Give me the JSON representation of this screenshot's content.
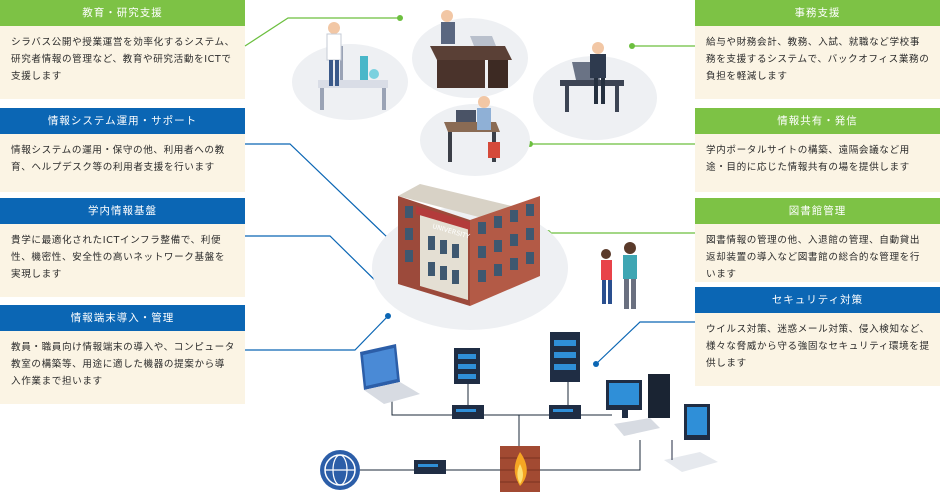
{
  "cards": [
    {
      "id": "edu",
      "color": "green",
      "title": "教育・研究支援",
      "text": "シラバス公開や授業運営を効率化するシステム、研究者情報の管理など、教育や研究活動をICTで支援します"
    },
    {
      "id": "infosys",
      "color": "blue",
      "title": "情報システム運用・サポート",
      "text": "情報システムの運用・保守の他、利用者への教育、ヘルプデスク等の利用者支援を行います"
    },
    {
      "id": "infra",
      "color": "blue",
      "title": "学内情報基盤",
      "text": "貴学に最適化されたICTインフラ整備で、利便性、機密性、安全性の高いネットワーク基盤を実現します"
    },
    {
      "id": "terminal",
      "color": "blue",
      "title": "情報端末導入・管理",
      "text": "教員・職員向け情報端末の導入や、コンピュータ教室の構築等、用途に適した機器の提案から導入作業まで担います"
    },
    {
      "id": "office",
      "color": "green",
      "title": "事務支援",
      "text": "給与や財務会計、教務、入試、就職など学校事務を支援するシステムで、バックオフィス業務の負担を軽減します"
    },
    {
      "id": "share",
      "color": "green",
      "title": "情報共有・発信",
      "text": "学内ポータルサイトの構築、遠隔会議など用途・目的に応じた情報共有の場を提供します"
    },
    {
      "id": "library",
      "color": "green",
      "title": "図書館管理",
      "text": "図書情報の管理の他、入退館の管理、自動貸出返却装置の導入など図書館の総合的な管理を行います"
    },
    {
      "id": "security",
      "color": "blue",
      "title": "セキュリティ対策",
      "text": "ウイルス対策、迷惑メール対策、侵入検知など、様々な脅威から守る強固なセキュリティ環境を提供します"
    }
  ],
  "building_sign": "UNIVERSITY",
  "colors": {
    "green": "#7dc245",
    "blue": "#0b66b4",
    "card_bg": "#fbf4e4",
    "line_green": "#6cbf3f",
    "line_blue": "#0b66b4"
  }
}
